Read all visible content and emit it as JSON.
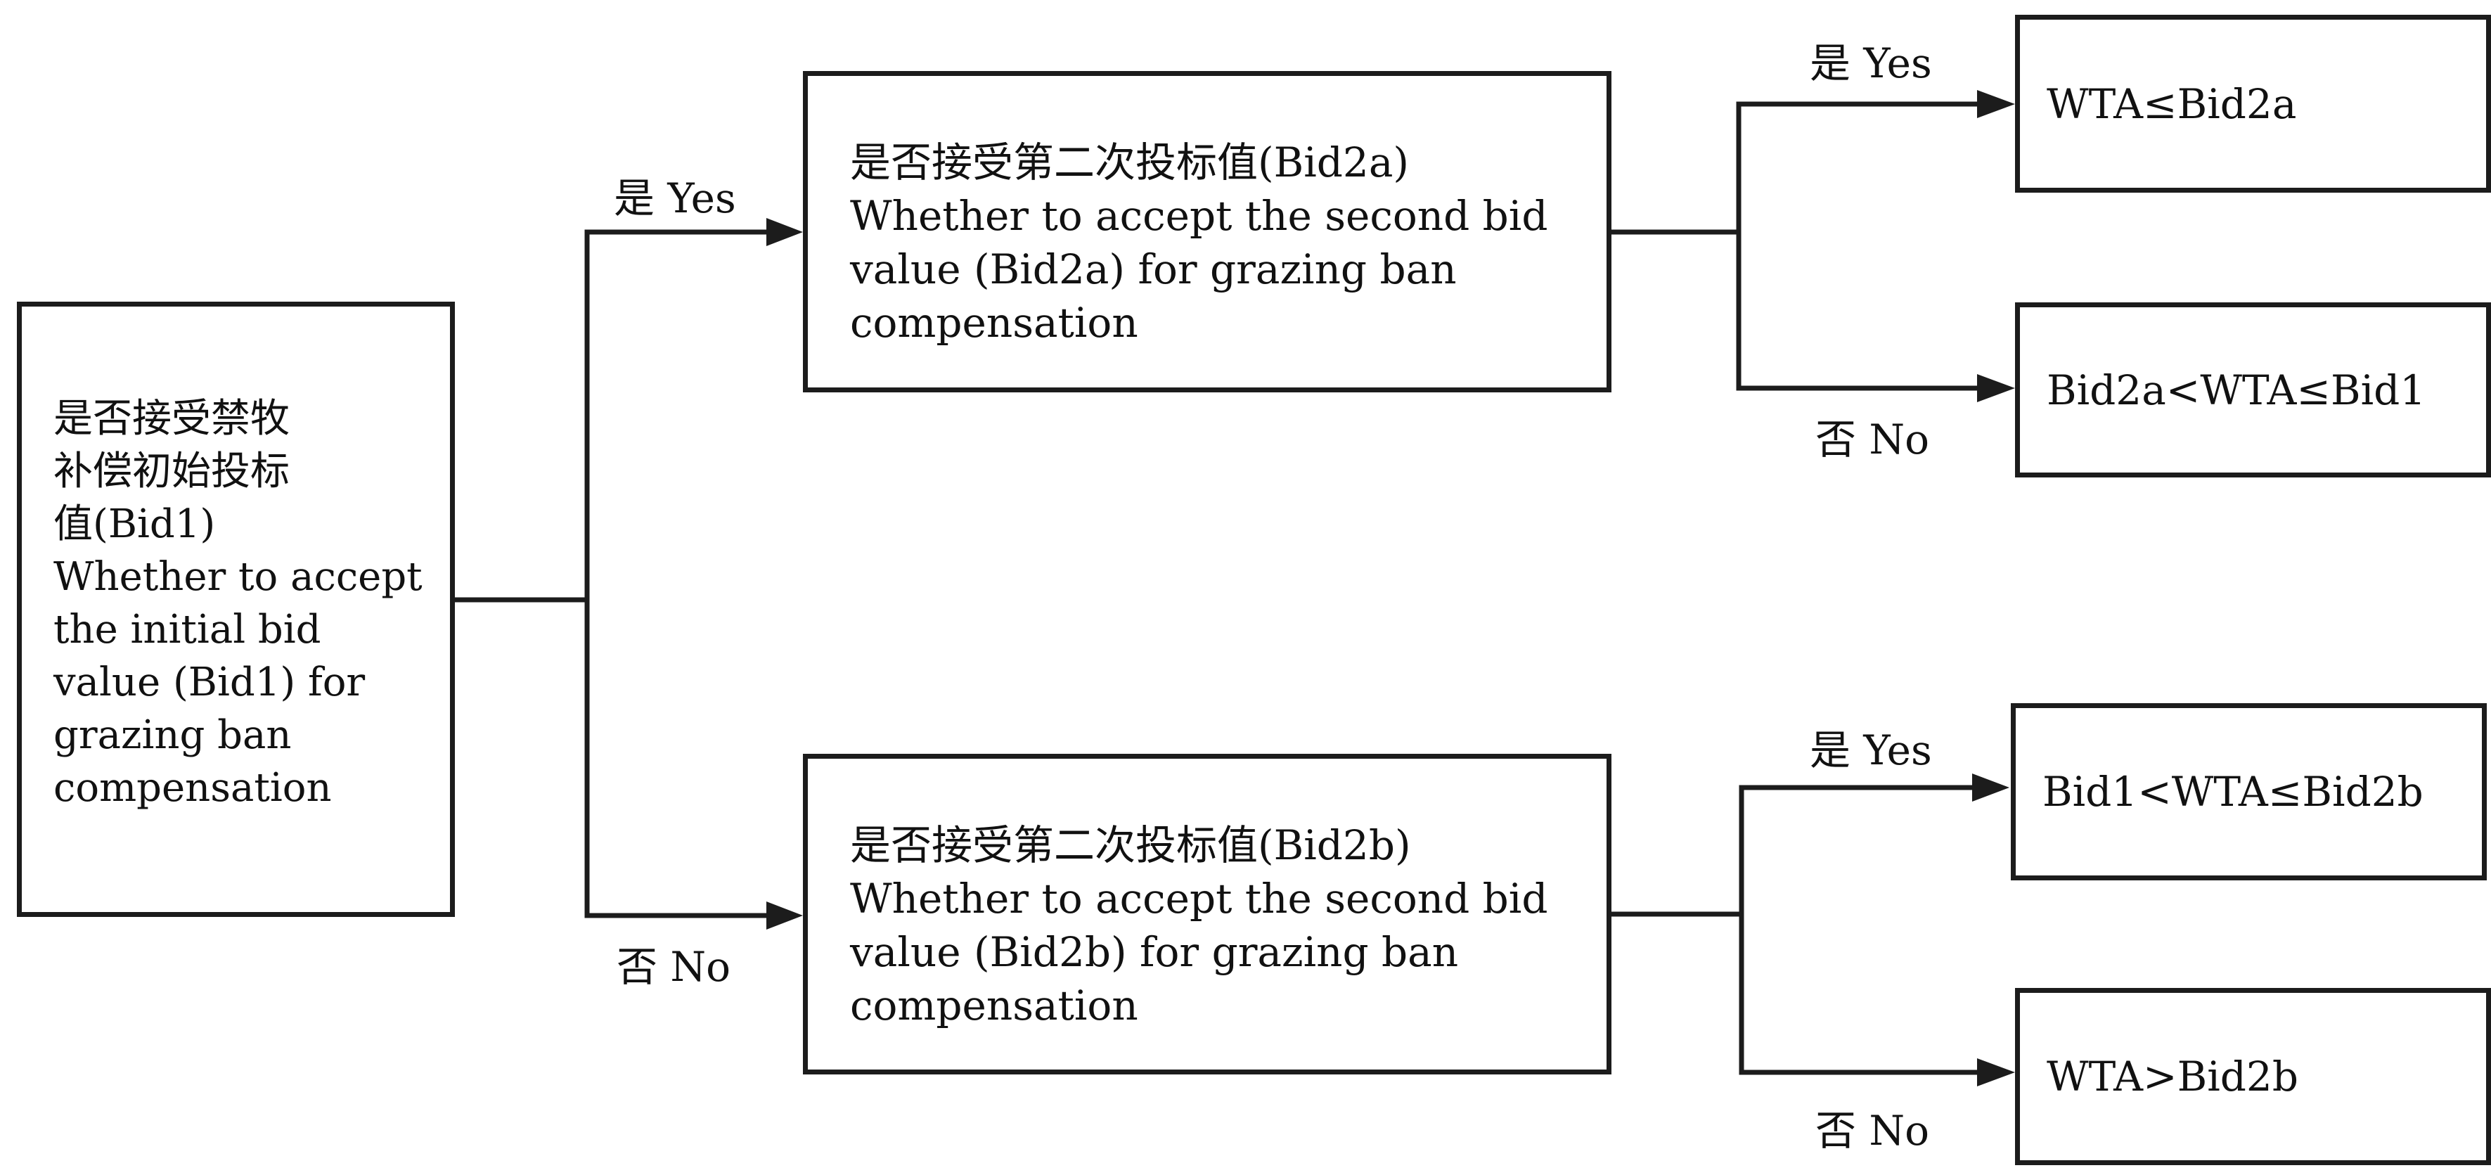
{
  "root": {
    "text": "是否接受禁牧\n补偿初始投标\n值(Bid1)\nWhether to accept\nthe initial bid\nvalue (Bid1) for\ngrazing ban\ncompensation"
  },
  "upper": {
    "text": "是否接受第二次投标值(Bid2a)\nWhether to accept the second bid\nvalue (Bid2a) for grazing ban\ncompensation"
  },
  "lower": {
    "text": "是否接受第二次投标值(Bid2b)\nWhether to accept the second bid\nvalue (Bid2b) for grazing ban\ncompensation"
  },
  "outcomes": {
    "upper_yes": "WTA≤Bid2a",
    "upper_no": "Bid2a<WTA≤Bid1",
    "lower_yes": "Bid1<WTA≤Bid2b",
    "lower_no": "WTA>Bid2b"
  },
  "labels": {
    "root_yes": "是 Yes",
    "root_no": "否 No",
    "upper_yes": "是 Yes",
    "upper_no": "否 No",
    "lower_yes": "是 Yes",
    "lower_no": "否 No"
  }
}
